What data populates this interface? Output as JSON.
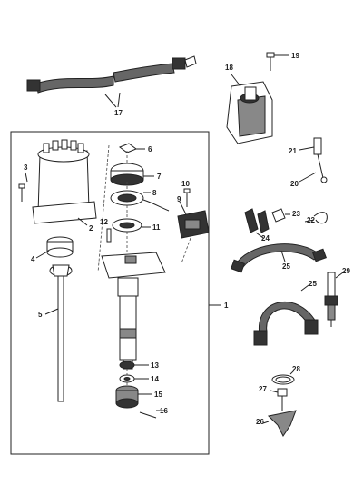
{
  "diagram": {
    "callouts": [
      "1",
      "2",
      "3",
      "4",
      "5",
      "6",
      "7",
      "8",
      "9",
      "10",
      "11",
      "12",
      "13",
      "14",
      "15",
      "16",
      "17",
      "18",
      "19",
      "20",
      "21",
      "22",
      "23",
      "24",
      "25",
      "25",
      "26",
      "27",
      "28",
      "29"
    ]
  }
}
